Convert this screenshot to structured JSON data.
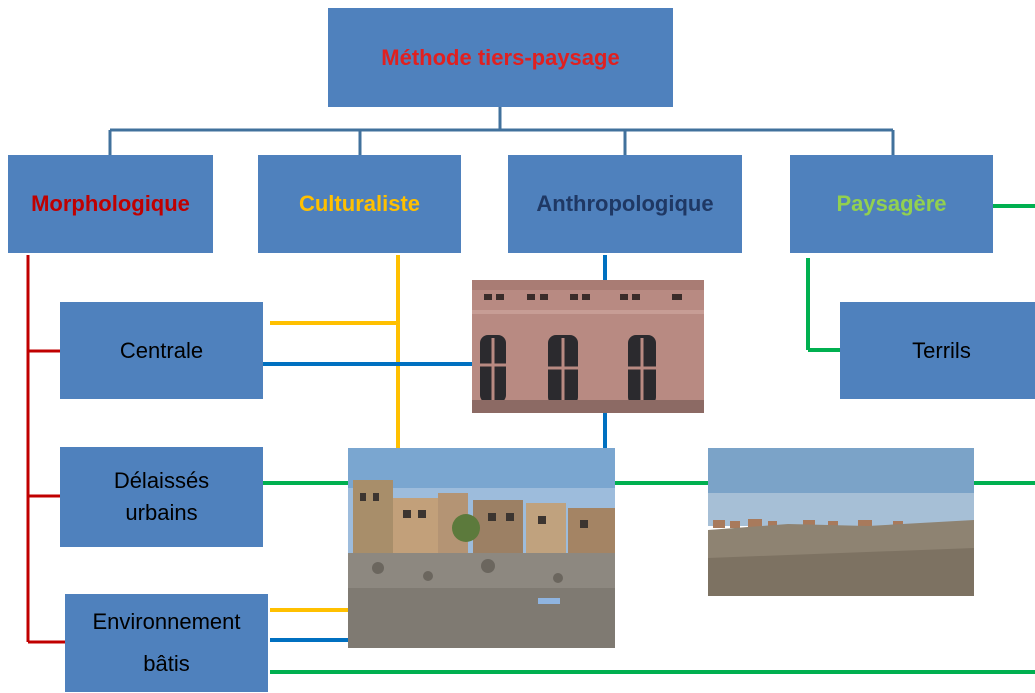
{
  "colors": {
    "box_fill": "#4F81BD",
    "tree_line": "#41719C",
    "title_text": "#E02020",
    "morphologique": "#C00000",
    "culturaliste": "#FFC000",
    "anthropologique": "#0070C0",
    "anthropologique_text": "#1F3864",
    "paysagere": "#00B050",
    "paysagere_text": "#92D050"
  },
  "root": {
    "label": "Méthode tiers-paysage"
  },
  "approaches": [
    {
      "key": "morphologique",
      "label": "Morphologique"
    },
    {
      "key": "culturaliste",
      "label": "Culturaliste"
    },
    {
      "key": "anthropologique",
      "label": "Anthropologique"
    },
    {
      "key": "paysagere",
      "label": "Paysagère"
    }
  ],
  "categories": [
    {
      "key": "centrale",
      "label": "Centrale"
    },
    {
      "key": "delaisses",
      "label": "Délaissés urbains"
    },
    {
      "key": "environnement",
      "label_line1": "Environnement",
      "label_line2": "bâtis"
    },
    {
      "key": "terrils",
      "label": "Terrils"
    }
  ],
  "photos": [
    {
      "name": "building-facade-photo",
      "subject": "old power station facade"
    },
    {
      "name": "urban-wasteland-photo",
      "subject": "urban wasteland with houses"
    },
    {
      "name": "spoil-heap-photo",
      "subject": "spoil heap landscape"
    }
  ]
}
